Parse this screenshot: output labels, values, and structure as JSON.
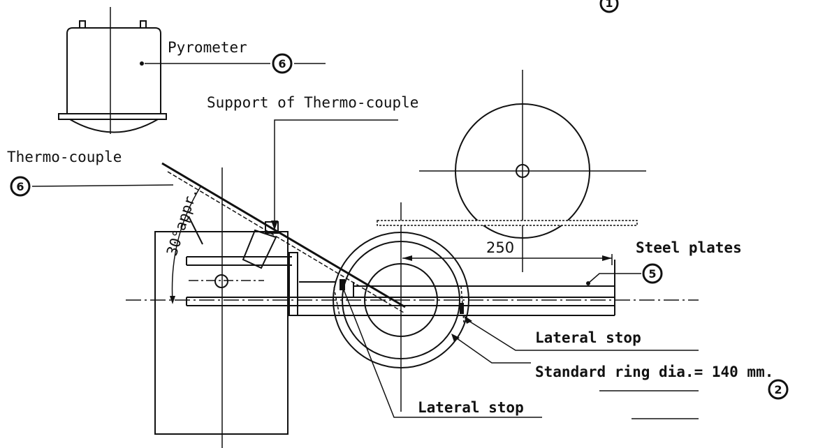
{
  "labels": {
    "pyrometer": "Pyrometer",
    "support": "Support of Thermo-couple",
    "thermocouple": "Thermo-couple",
    "angle": "30°appr.",
    "dimension": "250",
    "steel_plates": "Steel plates",
    "lateral_stop_right": "Lateral stop",
    "standard_ring": "Standard ring dia.= 140 mm.",
    "lateral_stop_bottom": "Lateral stop"
  },
  "markers": {
    "m1": "1",
    "m2": "2",
    "m5": "5",
    "m6_pyrometer": "6",
    "m6_thermocouple": "6"
  },
  "colors": {
    "ink": "#111111",
    "paper": "#ffffff"
  }
}
